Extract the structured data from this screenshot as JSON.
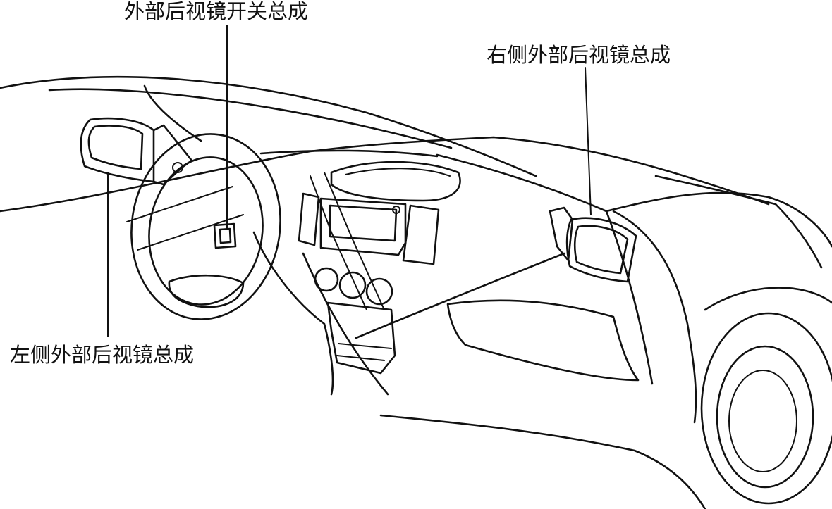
{
  "labels": {
    "mirror_switch": "外部后视镜开关总成",
    "right_mirror": "右侧外部后视镜总成",
    "left_mirror": "左侧外部后视镜总成"
  },
  "colors": {
    "line": "#111111",
    "background": "#ffffff"
  }
}
